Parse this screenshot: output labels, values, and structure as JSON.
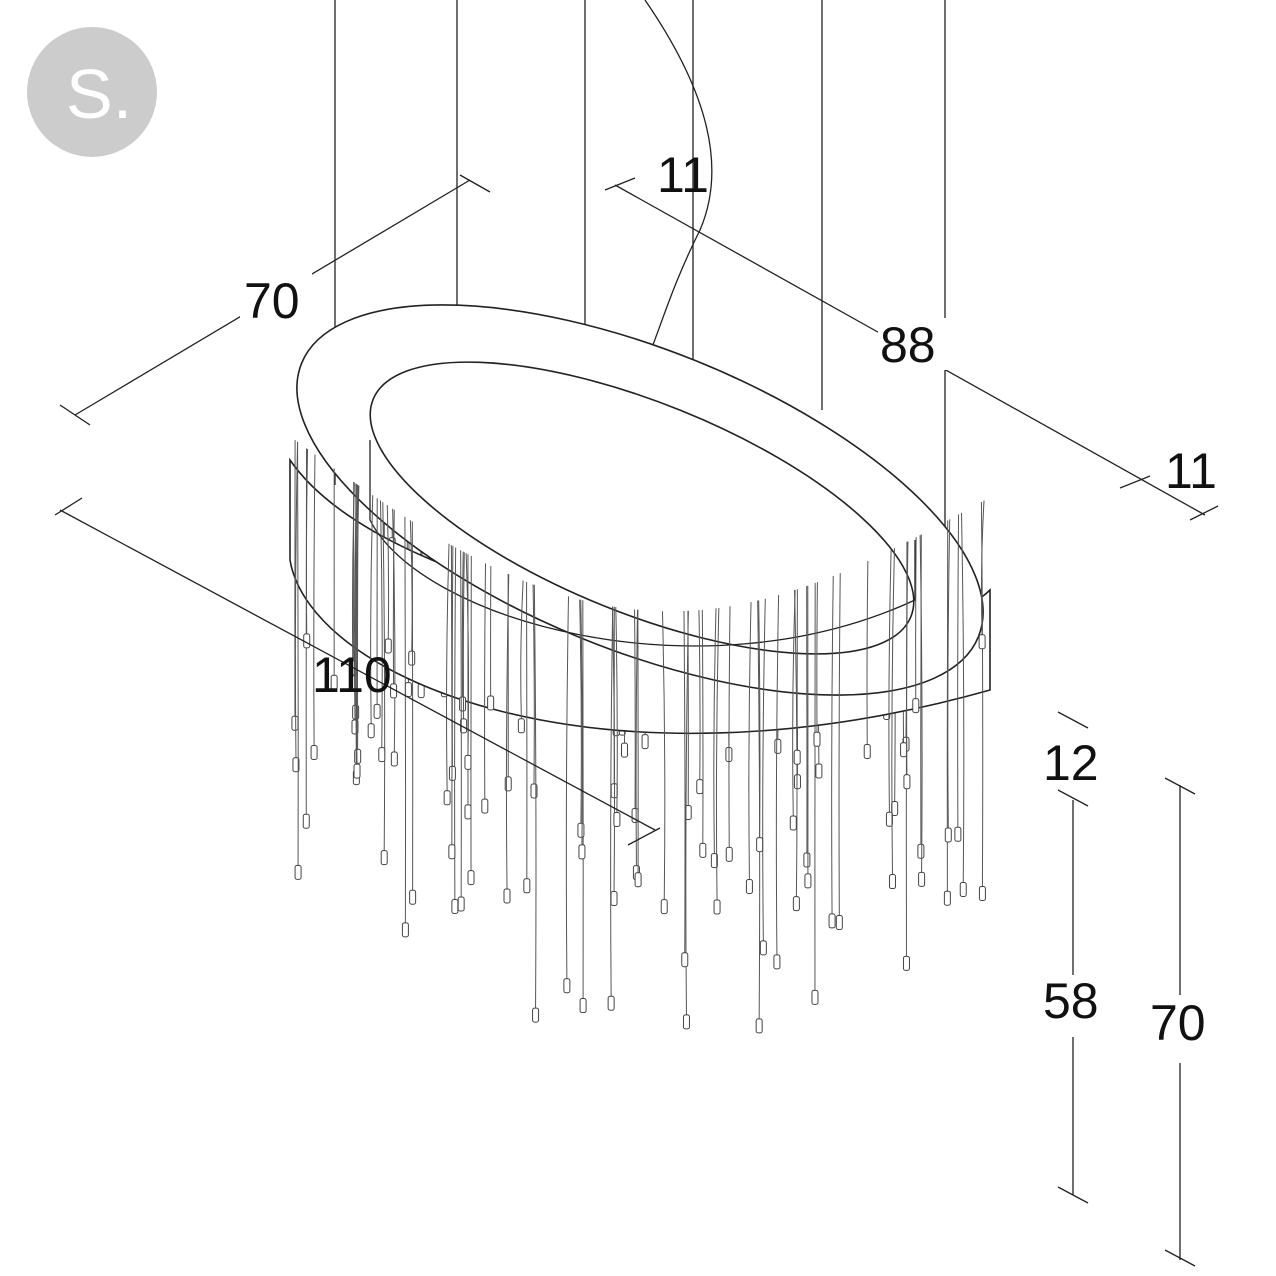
{
  "logo": {
    "text": "S.",
    "color": "#cccccc"
  },
  "dimensions": {
    "depth_outer": "70",
    "band_width_top": "11",
    "length_inner": "88",
    "band_width_right": "11",
    "length_outer": "110",
    "band_height": "12",
    "strand_drop": "58",
    "total_height": "70"
  }
}
